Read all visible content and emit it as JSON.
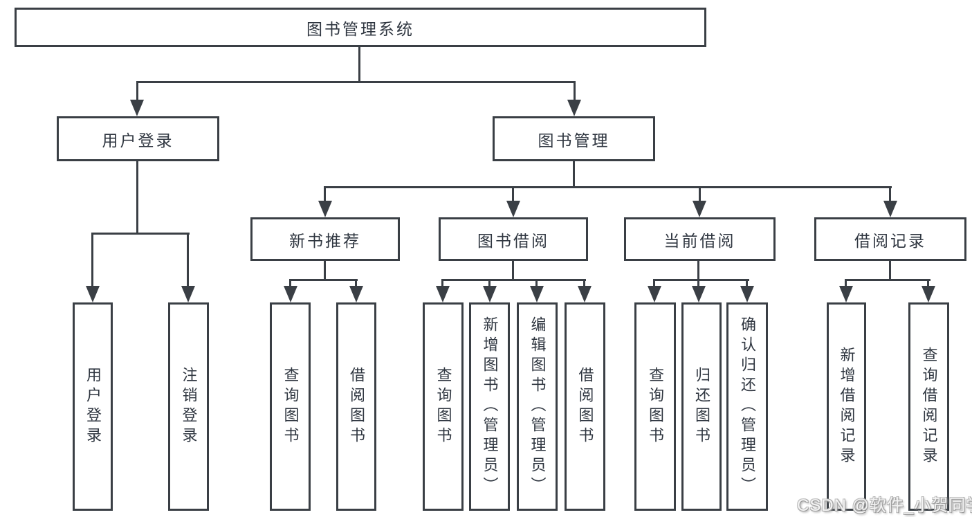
{
  "diagram": {
    "root": {
      "label": "图书管理系统"
    },
    "branches": [
      {
        "label": "用户登录",
        "children": [
          {
            "label": "用户登录"
          },
          {
            "label": "注销登录"
          }
        ]
      },
      {
        "label": "图书管理",
        "groups": [
          {
            "label": "新书推荐",
            "children": [
              {
                "label": "查询图书"
              },
              {
                "label": "借阅图书"
              }
            ]
          },
          {
            "label": "图书借阅",
            "children": [
              {
                "label": "查询图书"
              },
              {
                "label": "新增图书（管理员）"
              },
              {
                "label": "编辑图书（管理员）"
              },
              {
                "label": "借阅图书"
              }
            ]
          },
          {
            "label": "当前借阅",
            "children": [
              {
                "label": "查询图书"
              },
              {
                "label": "归还图书"
              },
              {
                "label": "确认归还（管理员）"
              }
            ]
          },
          {
            "label": "借阅记录",
            "children": [
              {
                "label": "新增借阅记录"
              },
              {
                "label": "查询借阅记录"
              }
            ]
          }
        ]
      }
    ]
  },
  "watermark": {
    "text": "CSDN @软件_小贺同学"
  },
  "colors": {
    "line": "#3a3f45",
    "text": "#2f3640",
    "background": "#ffffff",
    "watermark": "#f4f4f4"
  }
}
